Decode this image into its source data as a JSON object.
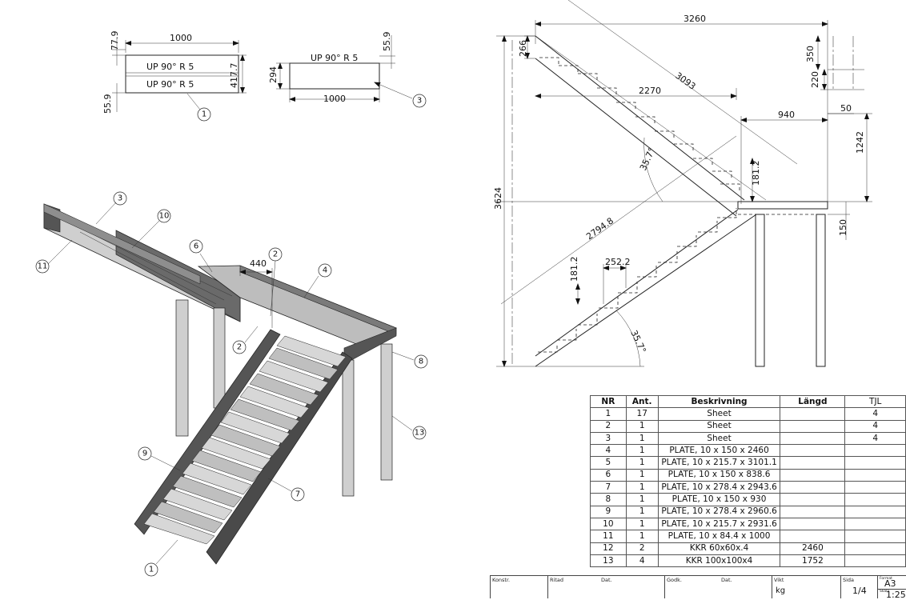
{
  "detail_1": {
    "dim_width": "1000",
    "dim_top": "77.9",
    "dim_height": "417.7",
    "dim_bottom": "55.9",
    "bend_line_1": "UP  90°  R 5",
    "bend_line_2": "UP  90°  R 5",
    "balloon": "1"
  },
  "detail_3": {
    "dim_width": "1000",
    "dim_top": "55.9",
    "dim_height": "294",
    "bend_line": "UP  90°  R 5",
    "balloon": "3"
  },
  "side_view": {
    "dim_total_width": "3260",
    "dim_diag": "3093",
    "dim_top_step": "266",
    "dim_run": "2270",
    "dim_right_350": "350",
    "dim_right_220": "220",
    "dim_right_50": "50",
    "dim_940": "940",
    "dim_1242": "1242",
    "dim_181_top": "181.2",
    "dim_angle_top": "35.7°",
    "dim_height": "3624",
    "dim_stringer": "2794.8",
    "dim_tread": "252.2",
    "dim_181_bottom": "181.2",
    "dim_150": "150",
    "dim_angle_bottom": "35.7°"
  },
  "iso_balloons": {
    "b3": "3",
    "b10": "10",
    "b11": "11",
    "b6": "6",
    "b2a": "2",
    "dim_440": "440",
    "b4": "4",
    "b2b": "2",
    "b8": "8",
    "b13": "13",
    "b9": "9",
    "b7": "7",
    "b1": "1"
  },
  "bom": {
    "headers": [
      "NR",
      "Ant.",
      "Beskrivning",
      "Längd",
      "TJL"
    ],
    "rows": [
      [
        "1",
        "17",
        "Sheet",
        "",
        "4"
      ],
      [
        "2",
        "1",
        "Sheet",
        "",
        "4"
      ],
      [
        "3",
        "1",
        "Sheet",
        "",
        "4"
      ],
      [
        "4",
        "1",
        "PLATE, 10 x 150 x 2460",
        "",
        ""
      ],
      [
        "5",
        "1",
        "PLATE, 10 x 215.7 x 3101.1",
        "",
        ""
      ],
      [
        "6",
        "1",
        "PLATE, 10 x 150 x 838.6",
        "",
        ""
      ],
      [
        "7",
        "1",
        "PLATE, 10 x 278.4 x 2943.6",
        "",
        ""
      ],
      [
        "8",
        "1",
        "PLATE, 10 x 150 x 930",
        "",
        ""
      ],
      [
        "9",
        "1",
        "PLATE, 10 x 278.4 x 2960.6",
        "",
        ""
      ],
      [
        "10",
        "1",
        "PLATE, 10 x 215.7 x 2931.6",
        "",
        ""
      ],
      [
        "11",
        "1",
        "PLATE, 10 x 84.4 x 1000",
        "",
        ""
      ],
      [
        "12",
        "2",
        "KKR 60x60x.4",
        "2460",
        ""
      ],
      [
        "13",
        "4",
        "KKR 100x100x4",
        "1752",
        ""
      ]
    ]
  },
  "title_block": {
    "konstr_label": "Konstr.",
    "ritad_label": "Ritad",
    "dat_label_1": "Dat.",
    "godk_label": "Godk.",
    "dat_label_2": "Dat.",
    "vikt_label": "Vikt",
    "vikt_unit": "kg",
    "sida_label": "Sida",
    "sida_value": "1/4",
    "format_label": "Format",
    "format_value": "A3",
    "skala_label": "Skala",
    "skala_value": "1:25"
  }
}
